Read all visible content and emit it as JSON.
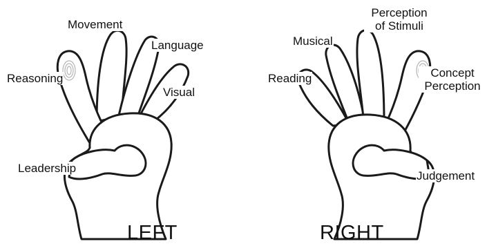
{
  "left_hand": {
    "title": "LEFT",
    "labels": {
      "movement": "Movement",
      "language": "Language",
      "reasoning": "Reasoning",
      "visual": "Visual",
      "leadership": "Leadership"
    }
  },
  "right_hand": {
    "title": "RIGHT",
    "labels": {
      "perception_line1": "Perception",
      "perception_line2": "of Stimuli",
      "musical": "Musical",
      "reading": "Reading",
      "concept_line1": "Concept",
      "concept_line2": "Perception",
      "judgement": "Judgement"
    }
  },
  "colors": {
    "outline": "#1a1a1a",
    "fingerprint": "#b5b5b5",
    "text": "#111111",
    "background": "#ffffff"
  },
  "icons": [
    "left-hand-icon",
    "right-hand-icon",
    "fingerprint-icon"
  ]
}
